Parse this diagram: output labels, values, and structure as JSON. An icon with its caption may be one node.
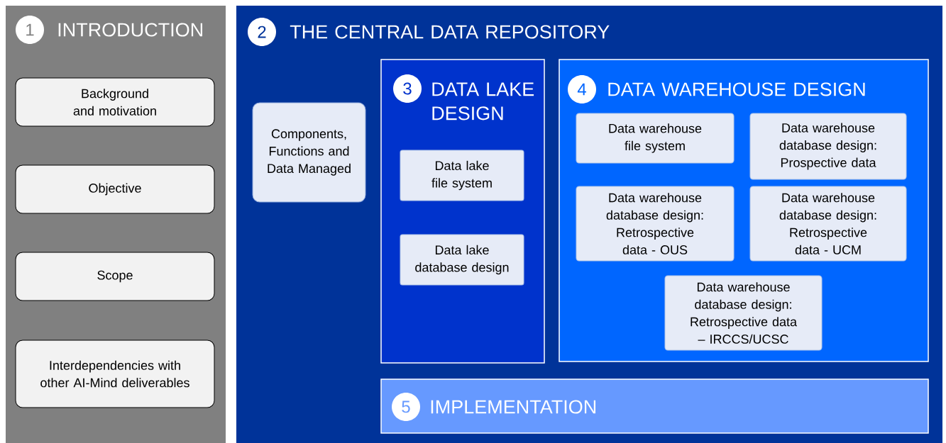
{
  "diagram": {
    "nodes": [
      {
        "text": [
          "INTRODUCTION"
        ]
      },
      {
        "text": [
          "1"
        ],
        "in": 0
      },
      {
        "text": [
          "Background and motivation"
        ],
        "in": 0
      },
      {
        "text": [
          "Objective"
        ],
        "in": 0
      },
      {
        "text": [
          "Scope"
        ],
        "in": 0
      },
      {
        "text": [
          "Interdependencies with other AI-Mind deliverables"
        ],
        "in": 0
      },
      {
        "text": [
          "THE CENTRAL DATA REPOSITORY"
        ]
      },
      {
        "text": [
          "2"
        ],
        "in": 6
      },
      {
        "text": [
          "Components, Functions and Data Managed"
        ],
        "in": 6
      },
      {
        "text": [
          "DATA LAKE DESIGN"
        ],
        "in": 6
      },
      {
        "text": [
          "3"
        ],
        "in": 9
      },
      {
        "text": [
          "Data lake file system"
        ],
        "in": 9
      },
      {
        "text": [
          "Data lake database design"
        ],
        "in": 9
      },
      {
        "text": [
          "DATA WAREHOUSE DESIGN"
        ],
        "in": 6
      },
      {
        "text": [
          "4"
        ],
        "in": 13
      },
      {
        "text": [
          "Data warehouse file system"
        ],
        "in": 13
      },
      {
        "text": [
          "Data warehouse database design: Prospective data"
        ],
        "in": 13
      },
      {
        "text": [
          "Data warehouse database design: Retrospective data - OUS"
        ],
        "in": 13
      },
      {
        "text": [
          "Data warehouse database design: Retrospective data - UCM"
        ],
        "in": 13
      },
      {
        "text": [
          "Data warehouse database design: Retrospective data – IRCCS/UCSC"
        ],
        "in": 13
      },
      {
        "text": [
          "IMPLEMENTATION"
        ],
        "in": 6
      },
      {
        "text": [
          "5"
        ],
        "in": 20
      }
    ]
  }
}
